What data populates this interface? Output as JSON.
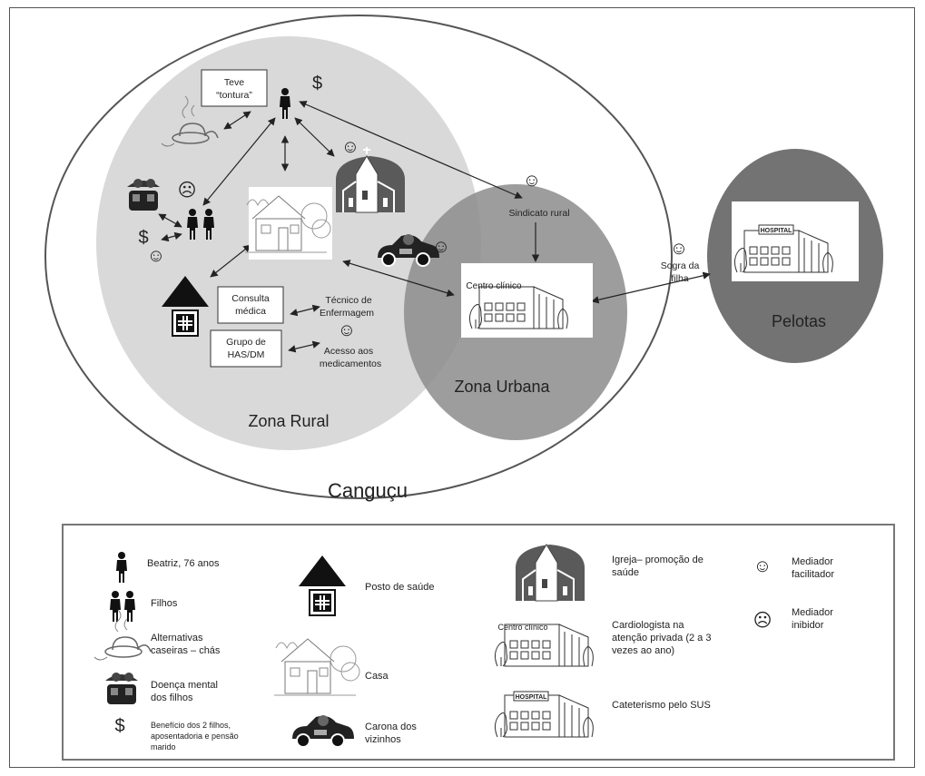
{
  "zones": {
    "municipality": "Canguçu",
    "rural": "Zona Rural",
    "urban": "Zona Urbana",
    "city": "Pelotas"
  },
  "nodes": {
    "tontura": [
      "Teve",
      "“tontura”"
    ],
    "consulta": [
      "Consulta",
      "médica"
    ],
    "grupo": [
      "Grupo de",
      "HAS/DM"
    ],
    "tecnico": [
      "Técnico de",
      "Enfermagem"
    ],
    "acesso": [
      "Acesso aos",
      "medicamentos"
    ],
    "sindicato": "Sindicato rural",
    "centro_clinico": "Centro clínico",
    "sogra": [
      "Sogra da",
      "filha"
    ],
    "hospital_sign": "HOSPITAL"
  },
  "symbols": {
    "dollar": "$",
    "happy": "☺",
    "sad": "☹"
  },
  "legend": {
    "beatriz": "Beatriz, 76 anos",
    "filhos": "Filhos",
    "alternativas": [
      "Alternativas",
      "caseiras – chás"
    ],
    "doenca": [
      "Doença mental",
      "dos filhos"
    ],
    "beneficio": [
      "Benefício dos 2 filhos,",
      "aposentadoria e pensão",
      "marido"
    ],
    "posto": "Posto de saúde",
    "casa": "Casa",
    "carona": [
      "Carona dos",
      "vizinhos"
    ],
    "igreja": [
      "Igreja– promoção de",
      "saúde"
    ],
    "cardiologista": [
      "Cardiologista na",
      "atenção privada (2 a 3",
      "vezes ao ano)"
    ],
    "cateterismo": "Cateterismo pelo SUS",
    "facilitador": [
      "Mediador",
      "facilitador"
    ],
    "inibidor": [
      "Mediador",
      "inibidor"
    ],
    "centro_clinico": "Centro clínico",
    "hospital_sign": "HOSPITAL"
  },
  "colors": {
    "rural": "#d9d9d9",
    "urban": "#8c8c8c",
    "city": "#737373",
    "dark": "#111111"
  }
}
